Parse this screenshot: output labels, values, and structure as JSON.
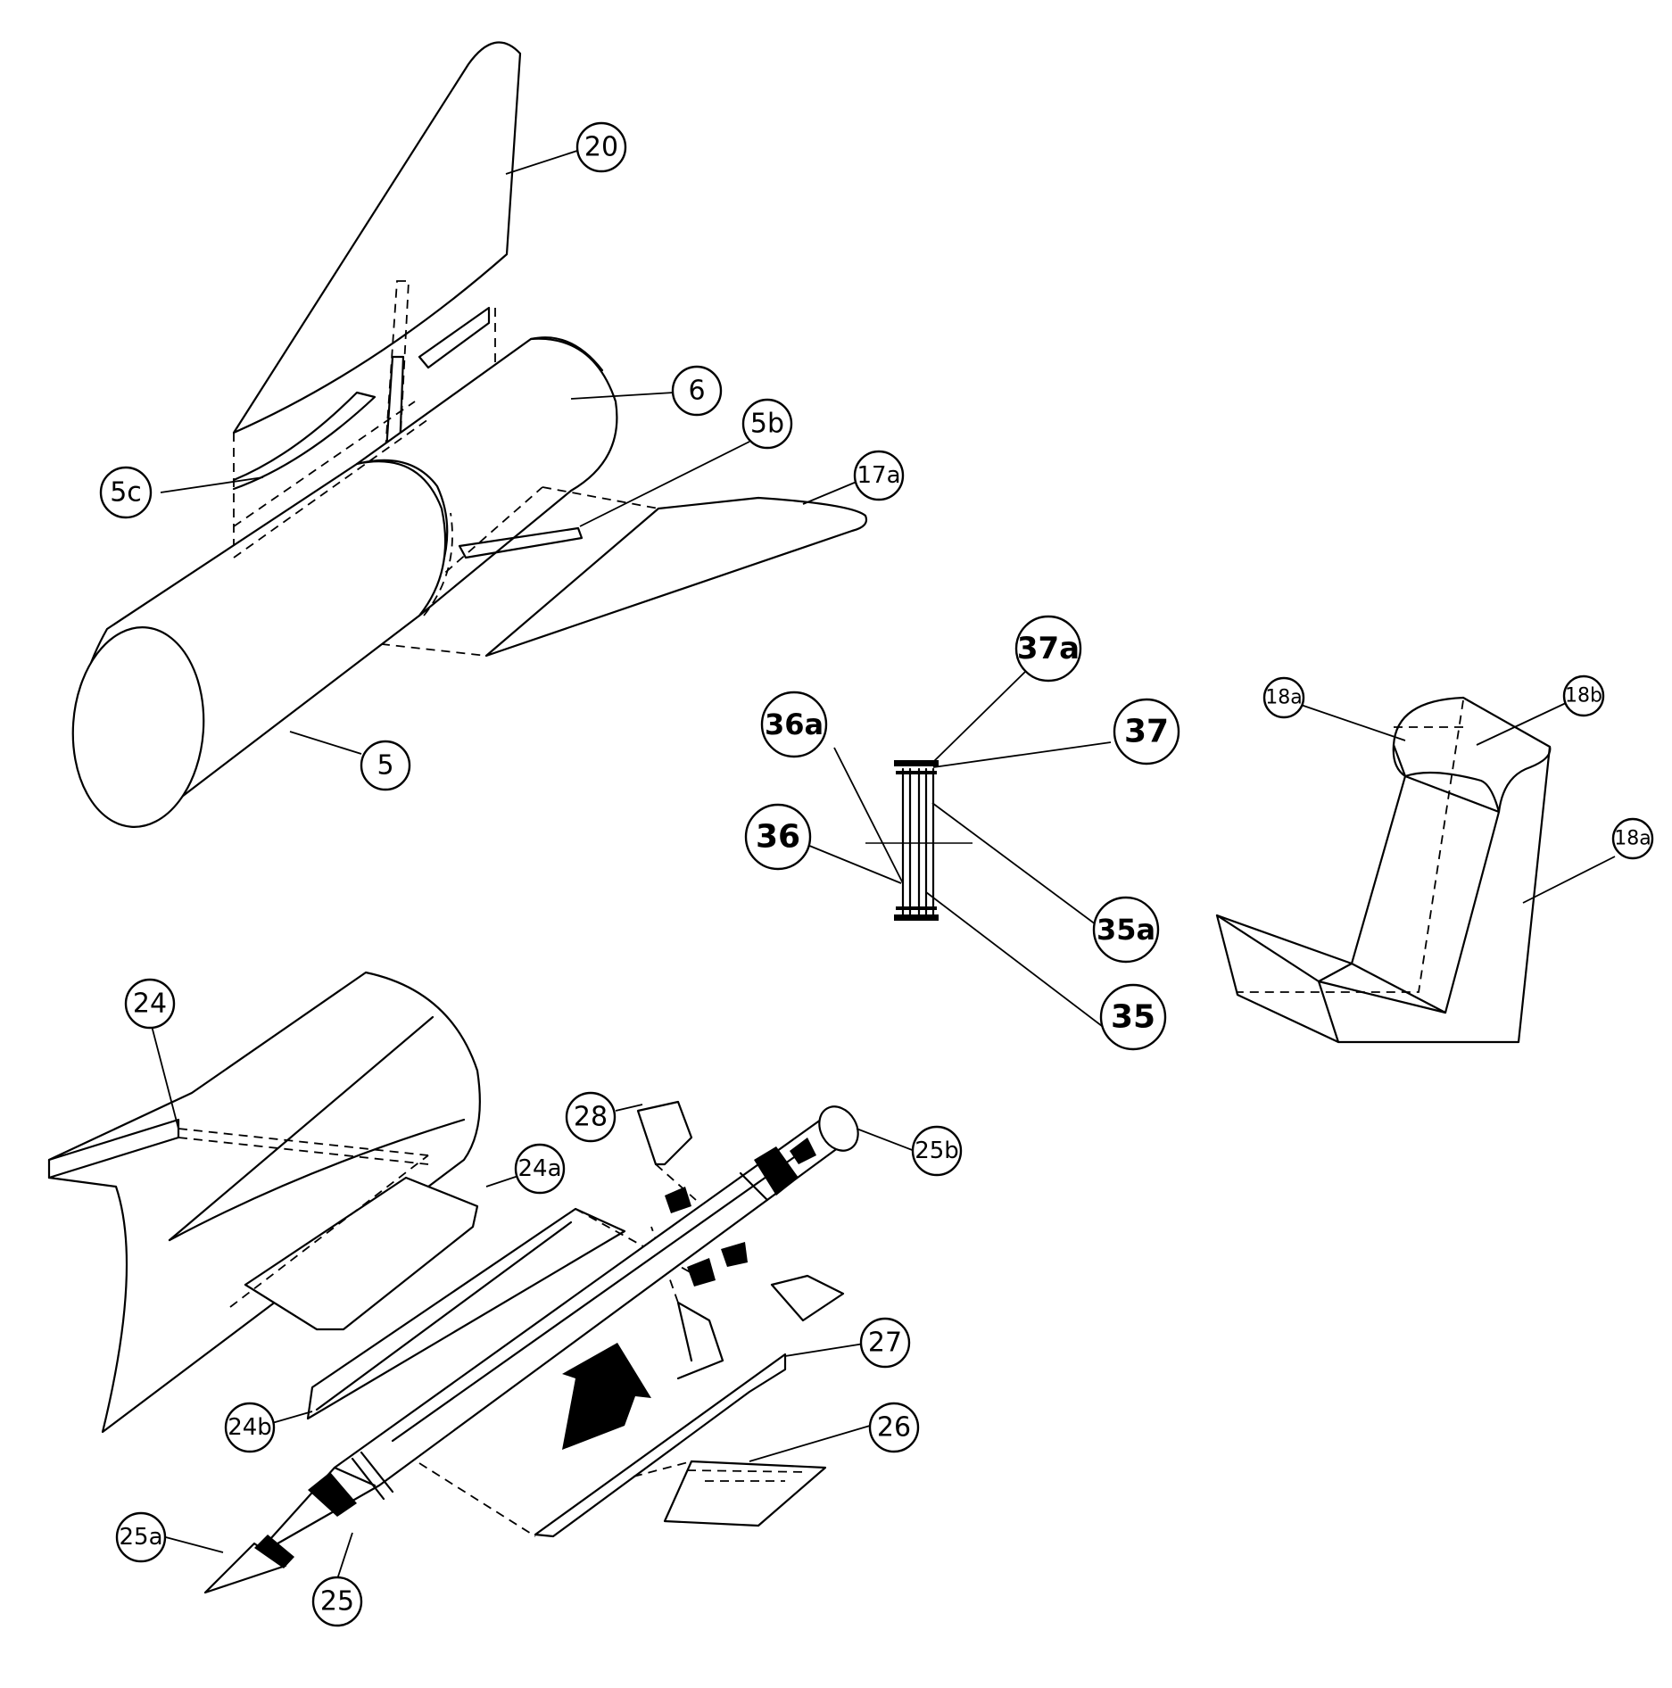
{
  "callouts": {
    "c20": "20",
    "c6": "6",
    "c5b": "5b",
    "c5c": "5c",
    "c17a": "17a",
    "c5": "5",
    "c37a": "37a",
    "c36a": "36a",
    "c37": "37",
    "c36": "36",
    "c35a": "35a",
    "c35": "35",
    "c18a_top": "18a",
    "c18b": "18b",
    "c18a_right": "18a",
    "c24": "24",
    "c24a": "24a",
    "c28": "28",
    "c25b": "25b",
    "c27": "27",
    "c24b": "24b",
    "c26": "26",
    "c25a": "25a",
    "c25": "25"
  }
}
